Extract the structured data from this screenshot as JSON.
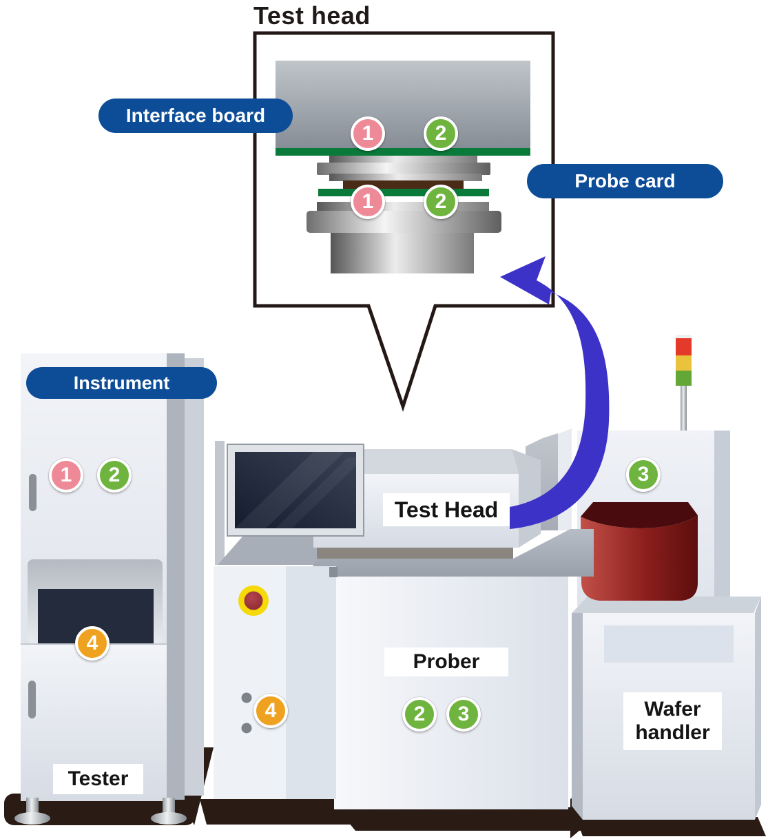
{
  "callout": {
    "title": "Test head",
    "interface_board_label": "Interface board",
    "probe_card_label": "Probe card",
    "badge_interface_1": "1",
    "badge_interface_2": "2",
    "badge_probe_1": "1",
    "badge_probe_2": "2"
  },
  "tester": {
    "pill_label": "Instrument",
    "badge_1": "1",
    "badge_2": "2",
    "badge_4": "4",
    "name_label": "Tester"
  },
  "prober": {
    "test_head_label": "Test Head",
    "badge_4": "4",
    "name_label": "Prober",
    "badge_2": "2",
    "badge_3": "3"
  },
  "wafer_handler": {
    "badge_3": "3",
    "name_label": "Wafer handler"
  },
  "colors": {
    "pill_blue": "#0d4d98",
    "arrow_blue": "#3c32c8",
    "badge_pink": "#ee8a98",
    "badge_green": "#6eb43e",
    "badge_orange": "#efa21f",
    "pcb_green": "#0a7a3b",
    "screen_navy": "#232b3d",
    "shadow_brown": "#2a1c15",
    "emergency_ring_yellow": "#f5d908",
    "emergency_center_red": "#a03641",
    "tower_red": "#e33a2c",
    "tower_yellow": "#e9c33c",
    "tower_green": "#63a737",
    "carrier_red": "#8c1f1c"
  }
}
